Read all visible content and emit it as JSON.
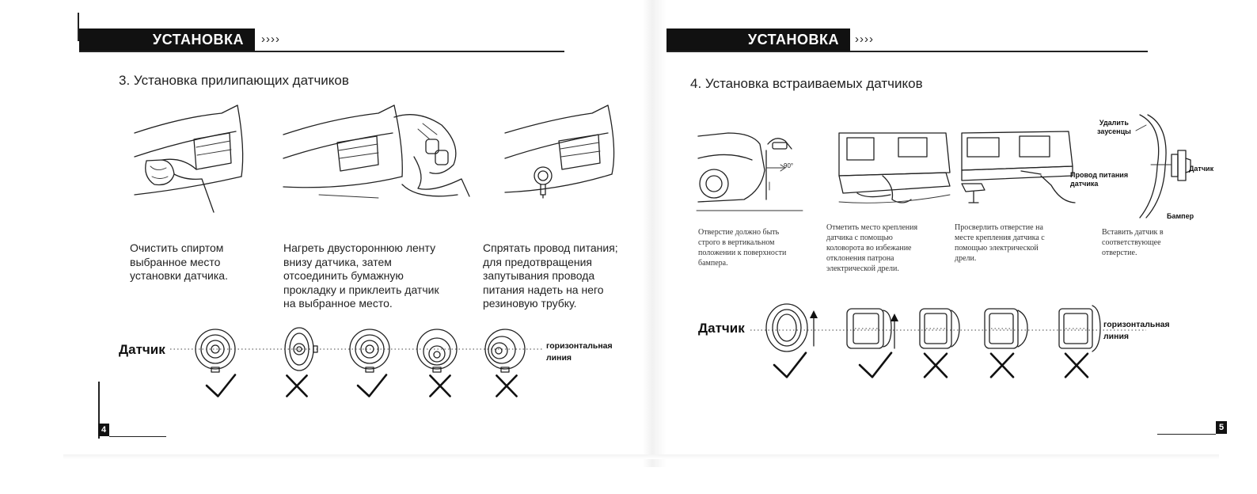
{
  "left_page": {
    "header": {
      "title": "УСТАНОВКА",
      "chevrons": "››››"
    },
    "section_title": "3. Установка прилипающих  датчиков",
    "steps": [
      {
        "caption": "Очистить спиртом\nвыбранное место\nустановки датчика."
      },
      {
        "caption": "Нагреть двустороннюю ленту\nвнизу датчика, затем\nотсоединить бумажную\nпрокладку и приклеить датчик\nна выбранное место."
      },
      {
        "caption": "Спрятать провод питания;\nдля предотвращения\nзапутывания провода\nпитания надеть на него\nрезиновую трубку."
      }
    ],
    "sensor_row": {
      "label": "Датчик",
      "line_label": "горизонтальная\nлиния",
      "marks": [
        "check",
        "cross",
        "check",
        "cross",
        "cross"
      ]
    },
    "page_number": "4"
  },
  "right_page": {
    "header": {
      "title": "УСТАНОВКА",
      "chevrons": "››››"
    },
    "section_title": "4. Установка встраиваемых датчиков",
    "angle_label": "90°",
    "steps": [
      {
        "caption": "Отверстие должно быть\nстрого в вертикальном\nположении к поверхности\nбампера."
      },
      {
        "caption": "Отметить место крепления\nдатчика с помощью\nколоворота во избежание\nотклонения патрона\nэлектрической дрели."
      },
      {
        "caption": "Просверлить отверстие на\nместе крепления датчика с\nпомощью электрической\nдрели."
      },
      {
        "caption": "Вставить датчик в\nсоответствующее\nотверстие."
      }
    ],
    "diagram_labels": {
      "remove_burrs": "Удалить\nзаусенцы",
      "sensor_cable": "Провод питания\nдатчика",
      "sensor": "Датчик",
      "bumper": "Бампер"
    },
    "sensor_row": {
      "label": "Датчик",
      "line_label": "горизонтальная\nлиния",
      "marks": [
        "check",
        "check",
        "cross",
        "cross",
        "cross"
      ]
    },
    "page_number": "5"
  }
}
